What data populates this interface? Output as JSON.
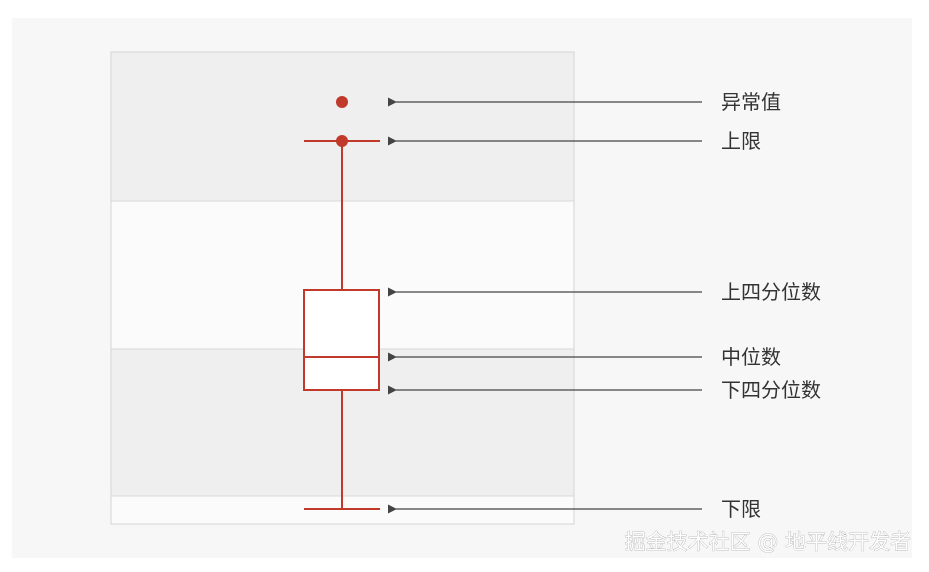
{
  "diagram": {
    "labels": {
      "outlier": "异常值",
      "upper_limit": "上限",
      "upper_quartile": "上四分位数",
      "median": "中位数",
      "lower_quartile": "下四分位数",
      "lower_limit": "下限"
    }
  },
  "watermark": {
    "text": "掘金技术社区 @ 地平线开发者"
  },
  "colors": {
    "page_background": "#f7f7f7",
    "plot_background_light": "#fbfbfb",
    "plot_band_gray": "#efefef",
    "plot_border": "#d4d4d4",
    "box_plot_red": "#c0392b",
    "arrow": "#444444",
    "label_text": "#333333"
  }
}
